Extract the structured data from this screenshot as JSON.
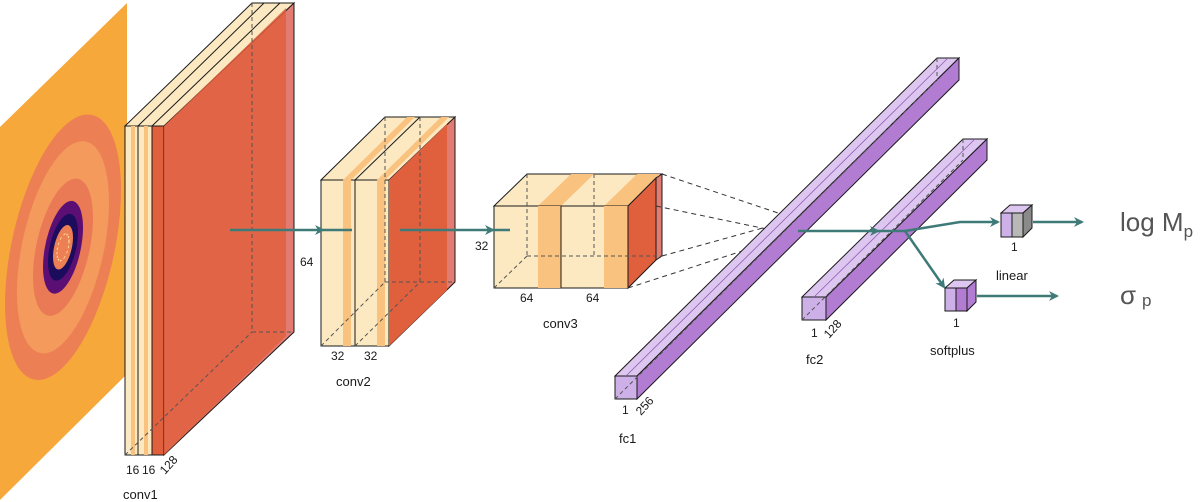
{
  "colors": {
    "input_bg": "#F7A83A",
    "ring_outer": "#EC8054",
    "ring_mid": "#F2A35E",
    "ring_dark": "#4B0C6B",
    "ring_navy": "#1B0C5E",
    "conv_light": "#FCE9C2",
    "conv_mid": "#F9C27F",
    "conv_red": "#E0603E",
    "conv_red_side": "#E27B72",
    "fc_front": "#CDB0E8",
    "fc_side": "#B27CD2",
    "fc_top": "#DDC7F0",
    "arrow": "#3E7A78"
  },
  "layers": {
    "conv1": {
      "label": "conv1",
      "dims": [
        "16",
        "16",
        "128"
      ]
    },
    "conv2": {
      "label": "conv2",
      "dims": [
        "32",
        "32"
      ],
      "side": "64"
    },
    "conv3": {
      "label": "conv3",
      "dims": [
        "64",
        "64"
      ],
      "side": "32"
    },
    "fc1": {
      "label": "fc1",
      "dims": [
        "1",
        "256"
      ]
    },
    "fc2": {
      "label": "fc2",
      "dims": [
        "1",
        "128"
      ]
    },
    "linear": {
      "label": "linear",
      "dim": "1"
    },
    "softplus": {
      "label": "softplus",
      "dim": "1"
    }
  },
  "outputs": {
    "log_m": {
      "text": "log M",
      "sub": "p"
    },
    "sigma": {
      "text": "σ",
      "sub": "p"
    }
  }
}
